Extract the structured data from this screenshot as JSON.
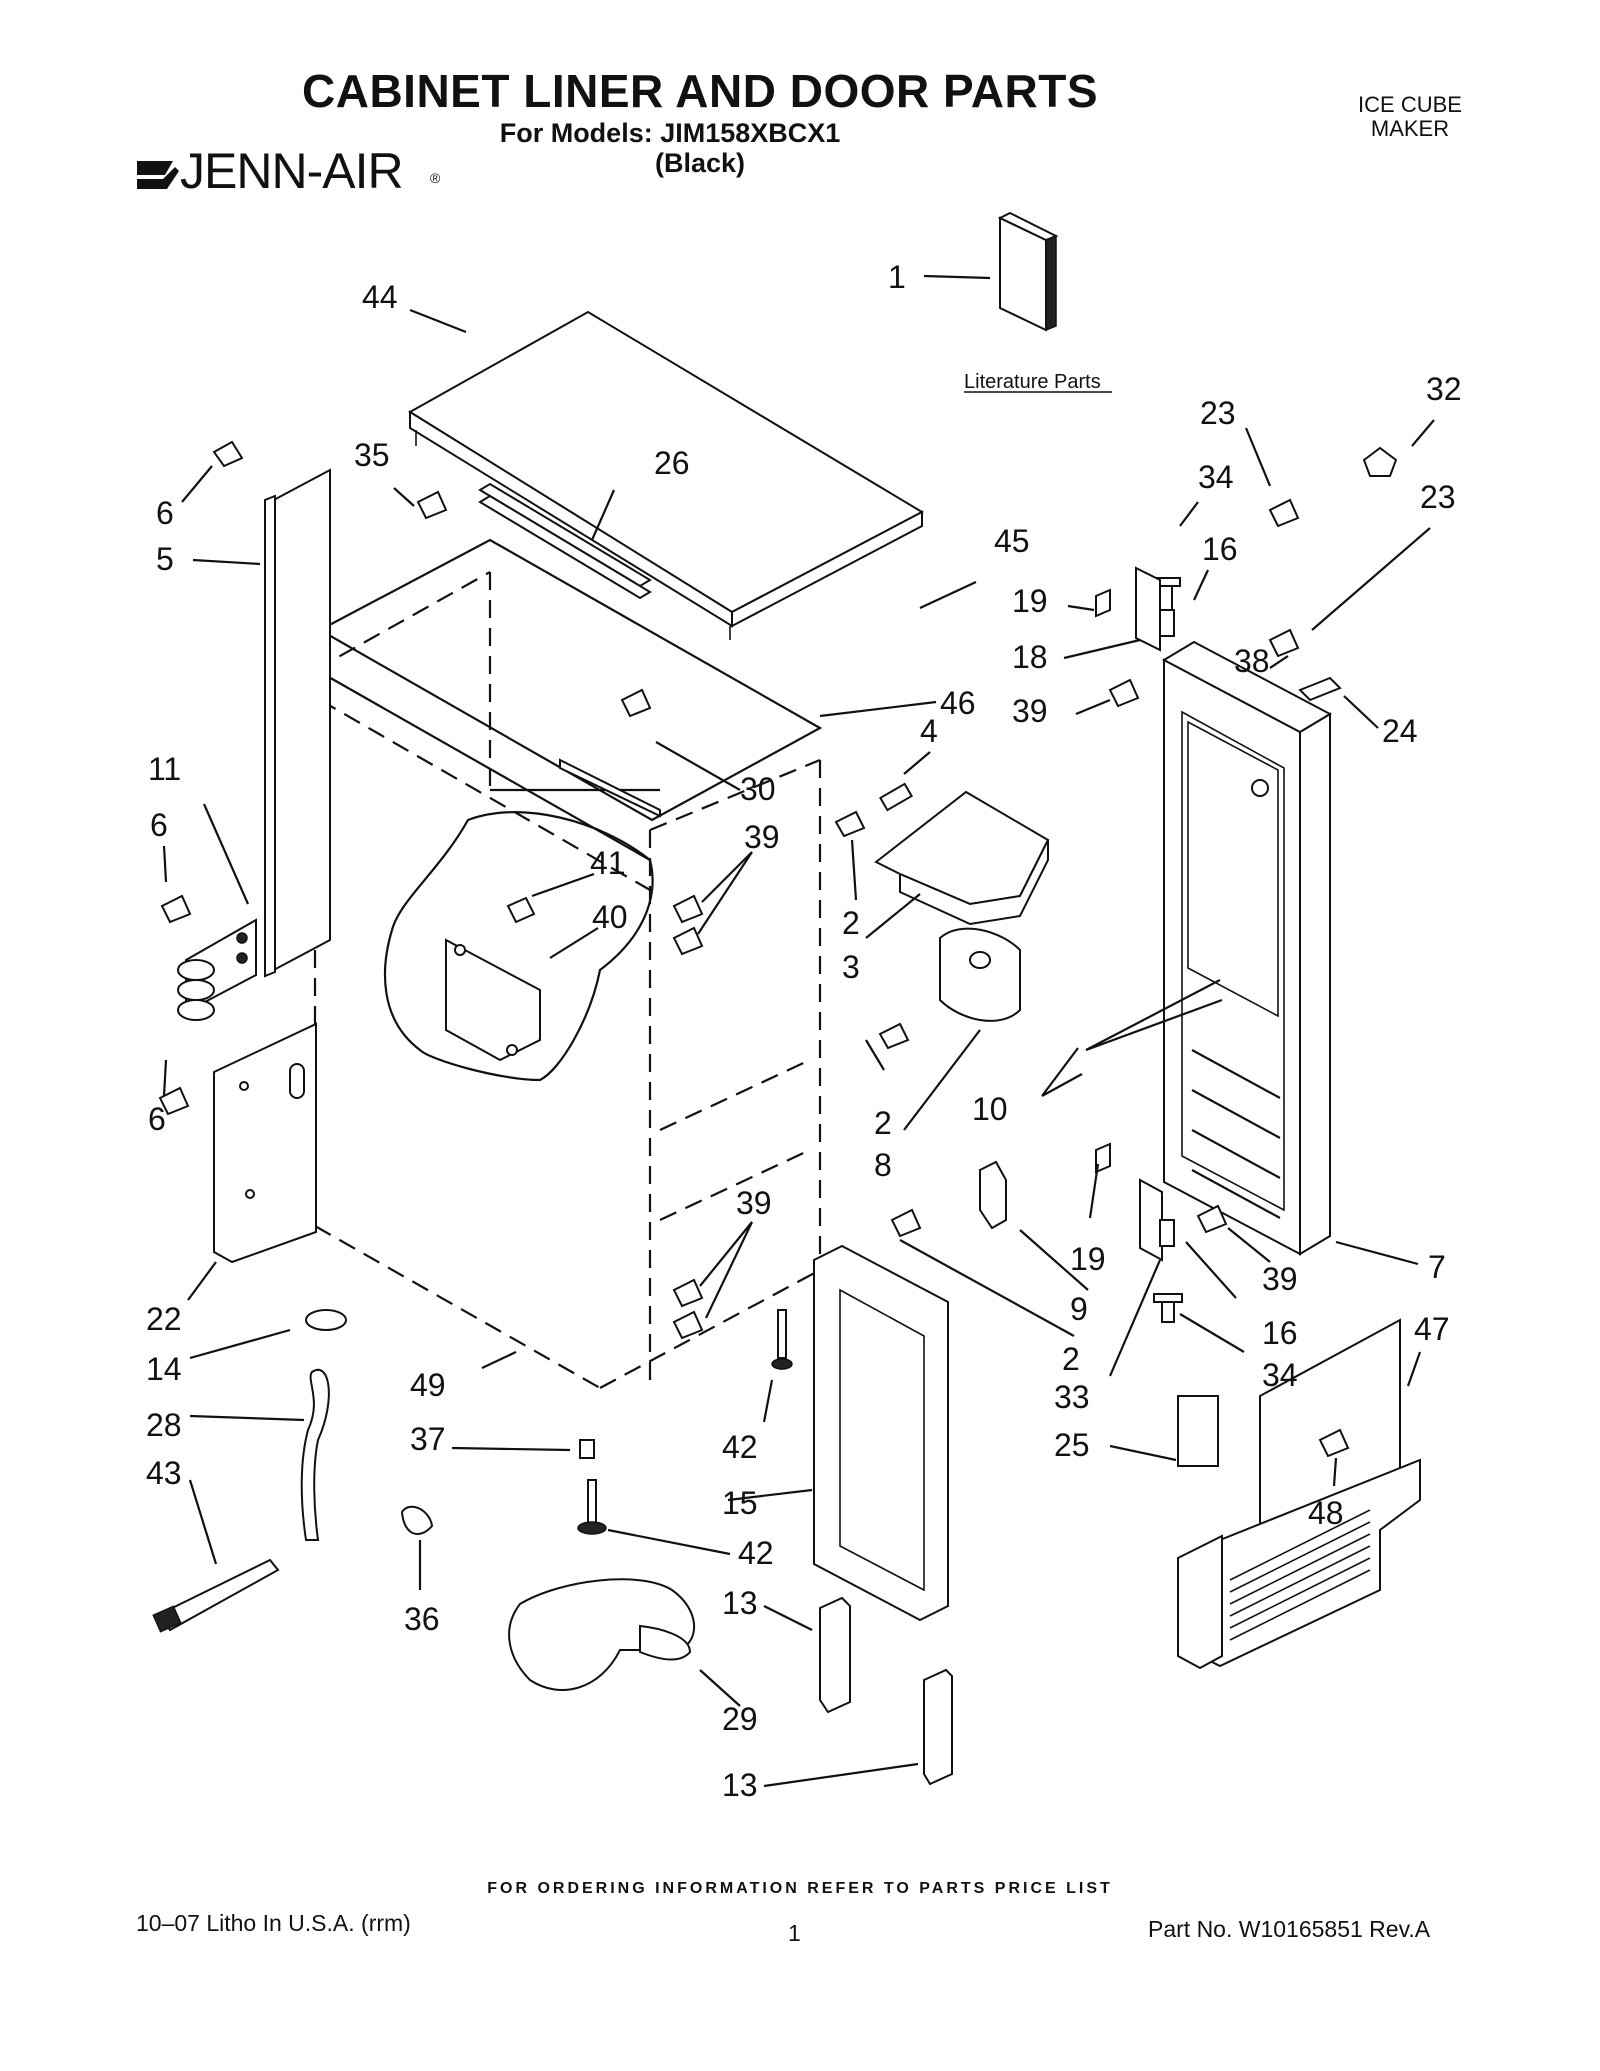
{
  "header": {
    "title": "CABINET LINER AND DOOR PARTS",
    "models": "For Models: JIM158XBCX1",
    "color": "(Black)",
    "product_type_line1": "ICE CUBE",
    "product_type_line2": "MAKER",
    "brand": "JENN-AIR",
    "brand_mark": "®"
  },
  "diagram": {
    "literature_label": "Literature Parts",
    "callouts": {
      "c1": "1",
      "c44": "44",
      "c35": "35",
      "c26": "26",
      "c6a": "6",
      "c5": "5",
      "c45": "45",
      "c46": "46",
      "c30": "30",
      "c4": "4",
      "c11": "11",
      "c6b": "6",
      "c41": "41",
      "c39a": "39",
      "c40": "40",
      "c2a": "2",
      "c3": "3",
      "c6c": "6",
      "c2b": "2",
      "c8": "8",
      "c10": "10",
      "c39b": "39",
      "c22": "22",
      "c14": "14",
      "c28": "28",
      "c43": "43",
      "c49": "49",
      "c37": "37",
      "c36": "36",
      "c42a": "42",
      "c15": "15",
      "c42b": "42",
      "c13a": "13",
      "c29": "29",
      "c13b": "13",
      "c23a": "23",
      "c32": "32",
      "c34a": "34",
      "c23b": "23",
      "c16a": "16",
      "c19a": "19",
      "c18": "18",
      "c38": "38",
      "c39c": "39",
      "c24": "24",
      "c7": "7",
      "c19b": "19",
      "c9": "9",
      "c2c": "2",
      "c16b": "16",
      "c39d": "39",
      "c34b": "34",
      "c33": "33",
      "c47": "47",
      "c25": "25",
      "c48": "48"
    }
  },
  "footer": {
    "ordering_note": "FOR ORDERING INFORMATION REFER TO PARTS PRICE LIST",
    "litho": "10–07 Litho In U.S.A. (rrm)",
    "page_number": "1",
    "part_number": "Part No. W10165851 Rev.A"
  }
}
